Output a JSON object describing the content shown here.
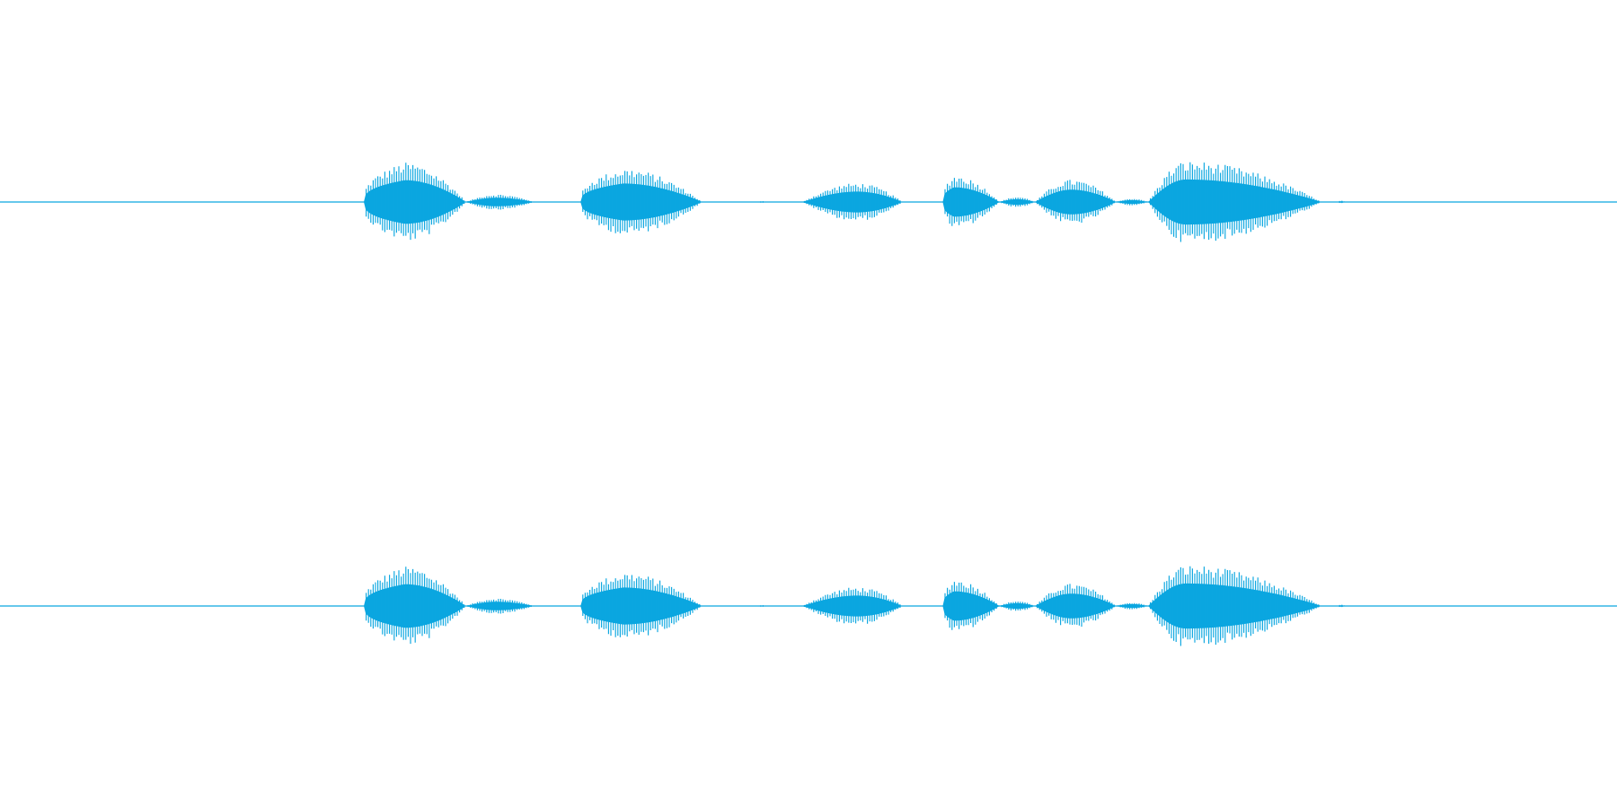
{
  "chart_data": {
    "type": "line",
    "title": "",
    "xlabel": "",
    "ylabel": "",
    "color": "#0ba6e0",
    "channels": [
      {
        "id": "channel-1",
        "segments": [
          {
            "start": 0.225,
            "end": 0.288,
            "peak": 0.92,
            "attack": 0.4,
            "sharp_attack": true
          },
          {
            "start": 0.288,
            "end": 0.33,
            "peak": 0.18,
            "attack": 0.45
          },
          {
            "start": 0.359,
            "end": 0.434,
            "peak": 0.78,
            "attack": 0.35,
            "sharp_attack": true
          },
          {
            "start": 0.469,
            "end": 0.474,
            "peak": 0.02,
            "attack": 0.5
          },
          {
            "start": 0.496,
            "end": 0.558,
            "peak": 0.44,
            "attack": 0.55
          },
          {
            "start": 0.583,
            "end": 0.618,
            "peak": 0.62,
            "attack": 0.2,
            "sharp_attack": true
          },
          {
            "start": 0.618,
            "end": 0.64,
            "peak": 0.12,
            "attack": 0.5
          },
          {
            "start": 0.64,
            "end": 0.69,
            "peak": 0.52,
            "attack": 0.45
          },
          {
            "start": 0.69,
            "end": 0.71,
            "peak": 0.08,
            "attack": 0.5
          },
          {
            "start": 0.71,
            "end": 0.817,
            "peak": 0.95,
            "attack": 0.22
          },
          {
            "start": 0.827,
            "end": 0.832,
            "peak": 0.03,
            "attack": 0.5
          }
        ]
      },
      {
        "id": "channel-2",
        "segments": [
          {
            "start": 0.225,
            "end": 0.288,
            "peak": 0.92,
            "attack": 0.4,
            "sharp_attack": true
          },
          {
            "start": 0.288,
            "end": 0.33,
            "peak": 0.18,
            "attack": 0.45
          },
          {
            "start": 0.359,
            "end": 0.434,
            "peak": 0.78,
            "attack": 0.35,
            "sharp_attack": true
          },
          {
            "start": 0.469,
            "end": 0.474,
            "peak": 0.02,
            "attack": 0.5
          },
          {
            "start": 0.496,
            "end": 0.558,
            "peak": 0.44,
            "attack": 0.55
          },
          {
            "start": 0.583,
            "end": 0.618,
            "peak": 0.62,
            "attack": 0.2,
            "sharp_attack": true
          },
          {
            "start": 0.618,
            "end": 0.64,
            "peak": 0.12,
            "attack": 0.5
          },
          {
            "start": 0.64,
            "end": 0.69,
            "peak": 0.52,
            "attack": 0.45
          },
          {
            "start": 0.69,
            "end": 0.71,
            "peak": 0.08,
            "attack": 0.5
          },
          {
            "start": 0.71,
            "end": 0.817,
            "peak": 0.95,
            "attack": 0.22
          },
          {
            "start": 0.827,
            "end": 0.832,
            "peak": 0.03,
            "attack": 0.5
          }
        ]
      }
    ]
  }
}
